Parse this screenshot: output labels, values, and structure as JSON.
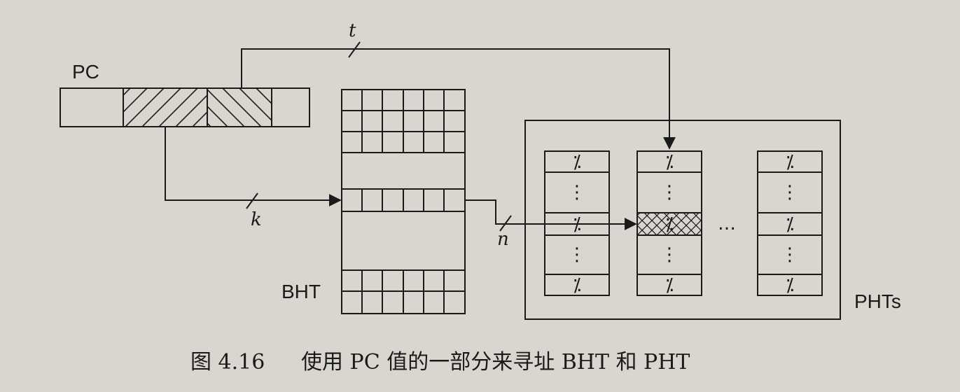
{
  "labels": {
    "pc": "PC",
    "bht": "BHT",
    "phts": "PHTs",
    "t": "t",
    "k": "k",
    "n": "n",
    "counter_symbol": "⁒",
    "ellipsis_vertical": "⋮",
    "ellipsis_horizontal": "…"
  },
  "caption": {
    "figure_number": "图 4.16",
    "text": "使用 PC 值的一部分来寻址 BHT 和 PHT"
  },
  "colors": {
    "ink": "#1a1a1a",
    "paper": "#d9d6cf"
  }
}
